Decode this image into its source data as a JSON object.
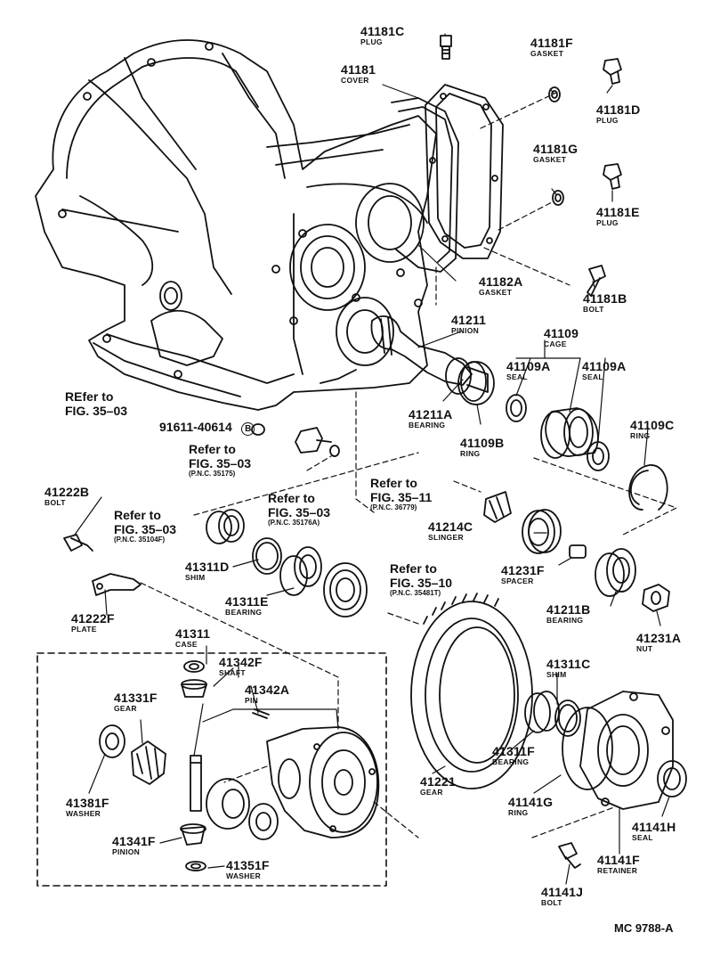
{
  "diagram_code": "MC 9788-A",
  "parts": [
    {
      "id": "41181c",
      "number": "41181C",
      "name": "PLUG"
    },
    {
      "id": "41181f",
      "number": "41181F",
      "name": "GASKET"
    },
    {
      "id": "41181",
      "number": "41181",
      "name": "COVER"
    },
    {
      "id": "41181d",
      "number": "41181D",
      "name": "PLUG"
    },
    {
      "id": "41181g",
      "number": "41181G",
      "name": "GASKET"
    },
    {
      "id": "41181e",
      "number": "41181E",
      "name": "PLUG"
    },
    {
      "id": "41182a",
      "number": "41182A",
      "name": "GASKET"
    },
    {
      "id": "41181b",
      "number": "41181B",
      "name": "BOLT"
    },
    {
      "id": "41211",
      "number": "41211",
      "name": "PINION"
    },
    {
      "id": "41109",
      "number": "41109",
      "name": "CAGE"
    },
    {
      "id": "41109a-1",
      "number": "41109A",
      "name": "SEAL"
    },
    {
      "id": "41109a-2",
      "number": "41109A",
      "name": "SEAL"
    },
    {
      "id": "41211a",
      "number": "41211A",
      "name": "BEARING"
    },
    {
      "id": "41109b",
      "number": "41109B",
      "name": "RING"
    },
    {
      "id": "41109c",
      "number": "41109C",
      "name": "RING"
    },
    {
      "id": "41222b",
      "number": "41222B",
      "name": "BOLT"
    },
    {
      "id": "41214c",
      "number": "41214C",
      "name": "SLINGER"
    },
    {
      "id": "41311d",
      "number": "41311D",
      "name": "SHIM"
    },
    {
      "id": "41231f",
      "number": "41231F",
      "name": "SPACER"
    },
    {
      "id": "41311e",
      "number": "41311E",
      "name": "BEARING"
    },
    {
      "id": "41211b",
      "number": "41211B",
      "name": "BEARING"
    },
    {
      "id": "41222f",
      "number": "41222F",
      "name": "PLATE"
    },
    {
      "id": "41231a",
      "number": "41231A",
      "name": "NUT"
    },
    {
      "id": "41311",
      "number": "41311",
      "name": "CASE"
    },
    {
      "id": "41342f",
      "number": "41342F",
      "name": "SHAFT"
    },
    {
      "id": "41311c",
      "number": "41311C",
      "name": "SHIM"
    },
    {
      "id": "41331f",
      "number": "41331F",
      "name": "GEAR"
    },
    {
      "id": "41342a",
      "number": "41342A",
      "name": "PIN"
    },
    {
      "id": "41311f",
      "number": "41311F",
      "name": "BEARING"
    },
    {
      "id": "41141g",
      "number": "41141G",
      "name": "RING"
    },
    {
      "id": "41221",
      "number": "41221",
      "name": "GEAR"
    },
    {
      "id": "41381f",
      "number": "41381F",
      "name": "WASHER"
    },
    {
      "id": "41141h",
      "number": "41141H",
      "name": "SEAL"
    },
    {
      "id": "41341f",
      "number": "41341F",
      "name": "PINION"
    },
    {
      "id": "41141f",
      "number": "41141F",
      "name": "RETAINER"
    },
    {
      "id": "41351f",
      "number": "41351F",
      "name": "WASHER"
    },
    {
      "id": "41141j",
      "number": "41141J",
      "name": "BOLT"
    }
  ],
  "refs": [
    {
      "id": "r1",
      "line1": "REfer to",
      "line2": "FIG. 35–03",
      "pnc": ""
    },
    {
      "id": "r2",
      "line1": "Refer to",
      "line2": "FIG. 35–03",
      "pnc": "(P.N.C. 35175)"
    },
    {
      "id": "r3",
      "line1": "Refer to",
      "line2": "FIG. 35–03",
      "pnc": "(P.N.C. 35176A)"
    },
    {
      "id": "r4",
      "line1": "Refer to",
      "line2": "FIG. 35–11",
      "pnc": "(P.N.C. 36779)"
    },
    {
      "id": "r5",
      "line1": "Refer to",
      "line2": "FIG. 35–03",
      "pnc": "(P.N.C. 35104F)"
    },
    {
      "id": "r6",
      "line1": "Refer to",
      "line2": "FIG. 35–10",
      "pnc": "(P.N.C. 35481T)"
    }
  ],
  "bolt_callout": {
    "number": "91611-40614",
    "symbol": "B"
  }
}
